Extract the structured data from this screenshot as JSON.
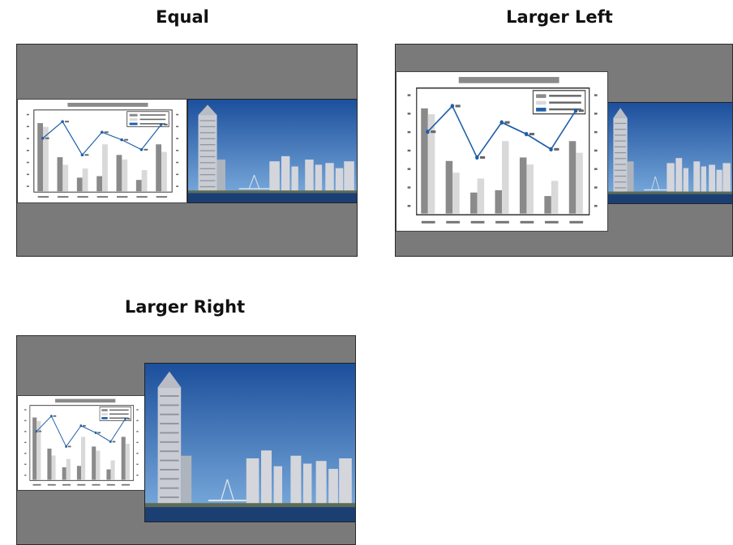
{
  "layouts": [
    {
      "title": "Equal",
      "left_pane": "chart",
      "right_pane": "photo"
    },
    {
      "title": "Larger Left",
      "left_pane": "chart",
      "right_pane": "photo"
    },
    {
      "title": "Larger Right",
      "left_pane": "chart",
      "right_pane": "photo"
    }
  ],
  "colors": {
    "screen_bg": "#7a7a7a",
    "bar_dark": "#8a8a8a",
    "bar_light": "#d9d9d9",
    "line": "#1f5fa8",
    "sky_top": "#1c4f9c",
    "sky_bottom": "#7fb0e0",
    "water": "#1b3f73"
  },
  "chart_data": {
    "type": "bar",
    "categories": [
      "",
      "",
      "",
      "",
      "",
      "",
      ""
    ],
    "series": [
      {
        "values": [
          90,
          45,
          18,
          20,
          48,
          15,
          62
        ]
      },
      {
        "values": [
          85,
          35,
          30,
          62,
          42,
          28,
          52
        ]
      },
      {
        "values": [
          70,
          92,
          48,
          78,
          68,
          55,
          88
        ]
      }
    ],
    "ylim": [
      0,
      100
    ]
  }
}
